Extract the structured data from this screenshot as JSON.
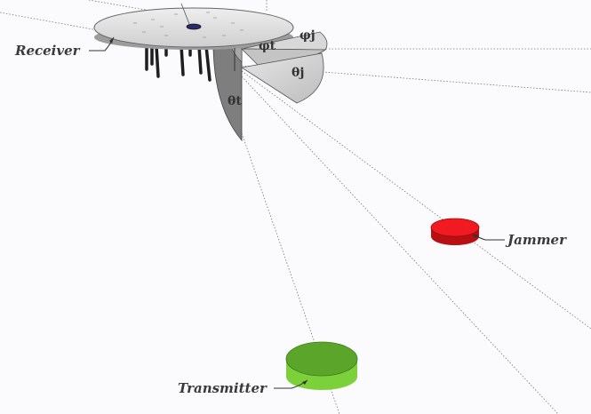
{
  "labels": {
    "receiver": "Receiver",
    "jammer": "Jammer",
    "transmitter": "Transmitter",
    "phi_j": "φj",
    "phi_t": "φt",
    "theta_j": "θj",
    "theta_t": "θt"
  },
  "colors": {
    "background": "#fbfafd",
    "receiver_disk": "#d9d9d9",
    "jammer": "#e0141b",
    "transmitter": "#5fb52a",
    "sector_light": "#cfcfcf",
    "sector_dark": "#9a9a9a"
  }
}
